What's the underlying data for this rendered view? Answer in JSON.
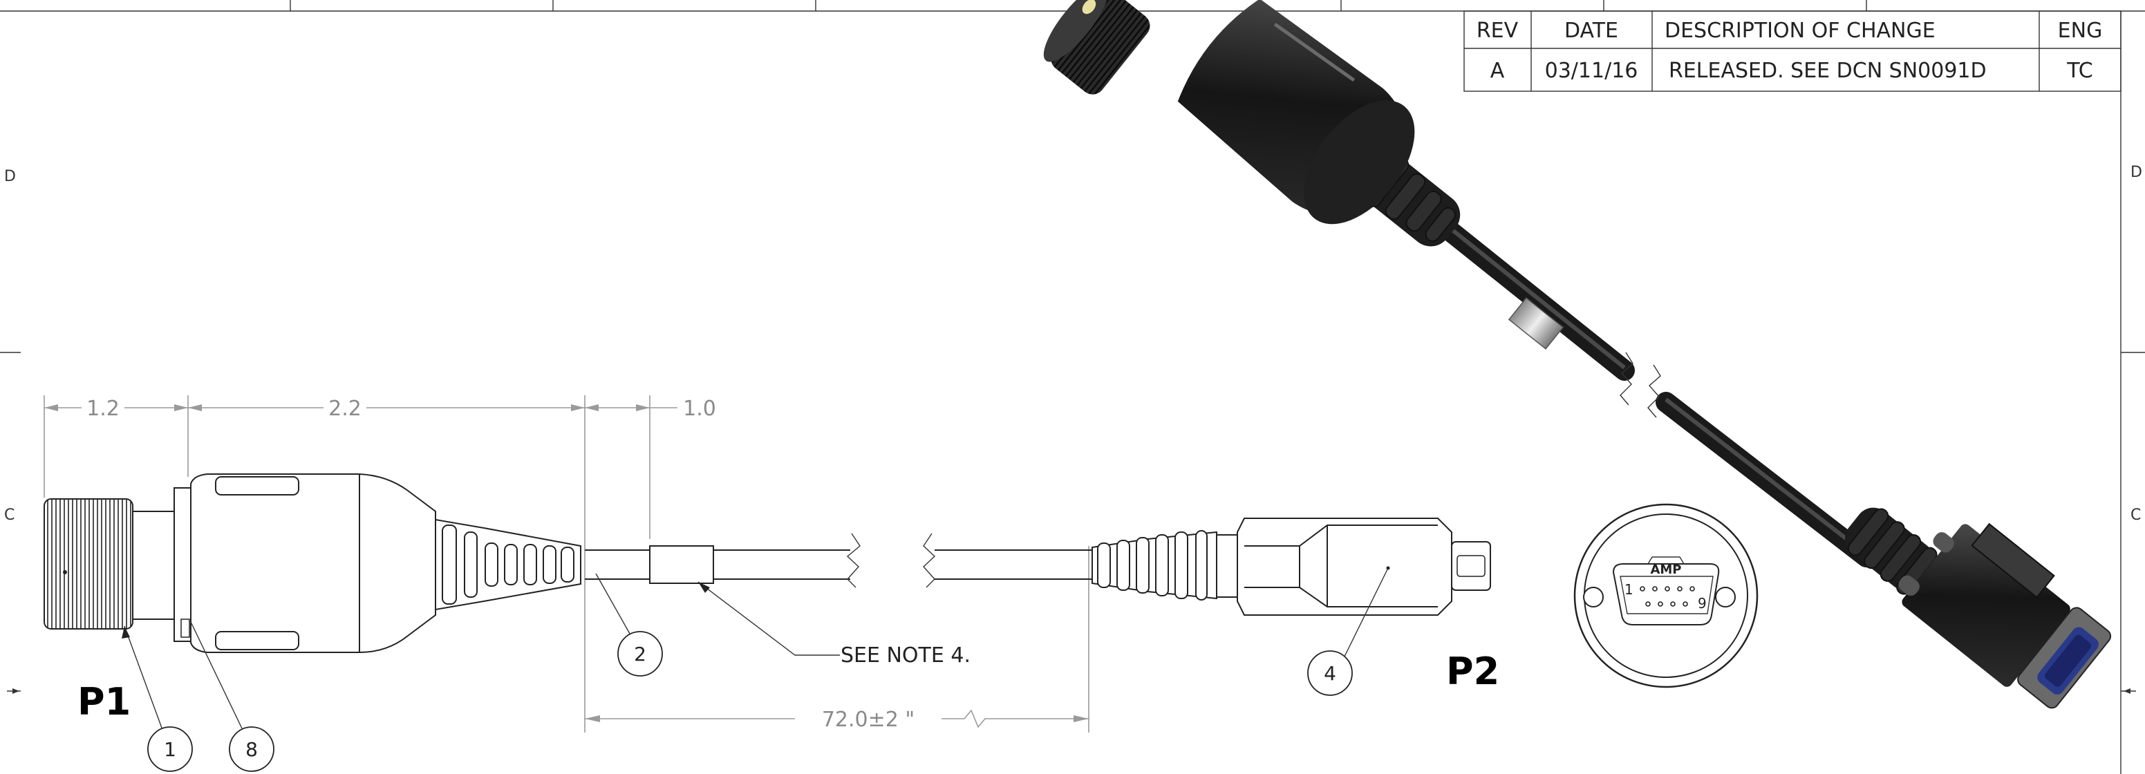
{
  "revision_block": {
    "headers": [
      "REV",
      "DATE",
      "DESCRIPTION OF CHANGE",
      "ENG"
    ],
    "rows": [
      [
        "A",
        "03/11/16",
        "RELEASED.  SEE DCN SN0091D",
        "TC"
      ]
    ]
  },
  "zone_markers": {
    "left": [
      "D",
      "C"
    ],
    "right": [
      "D",
      "C"
    ]
  },
  "dimensions": {
    "d1": "1.2",
    "d2": "2.2",
    "d3": "1.0",
    "length": "72.0±2 \""
  },
  "connector_labels": {
    "p1": "P1",
    "p2": "P2"
  },
  "balloons": [
    "1",
    "8",
    "2",
    "4"
  ],
  "note_callout": "SEE NOTE 4.",
  "connector_face": {
    "brand": "AMP",
    "pin_first": "1",
    "pin_last": "9"
  },
  "colors": {
    "line": "#222222",
    "dimension": "#8a8a8a",
    "render_body": "#1c1c1c",
    "render_highlight": "#5a5a5a",
    "socket_blue": "#2a3a8a"
  }
}
